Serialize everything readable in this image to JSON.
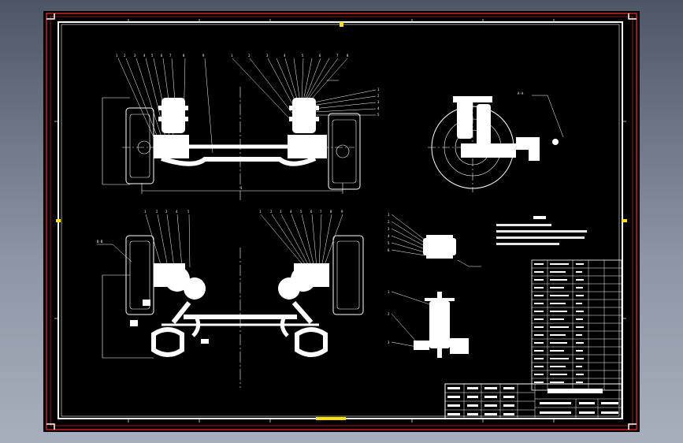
{
  "drawing": {
    "colors": {
      "sheet": "#000000",
      "frame": "#ffffff",
      "border_mark": "#ff2a2a",
      "centre_mark": "#ffe100",
      "linework": "#ffffff"
    },
    "views": [
      "front-view",
      "top-view",
      "side-view",
      "detail-view-1",
      "detail-view-2"
    ],
    "notes_block": {
      "lines": 4
    },
    "parts_list": {
      "rows": 16,
      "columns": 4
    },
    "title_block": {
      "rows": 4
    }
  }
}
